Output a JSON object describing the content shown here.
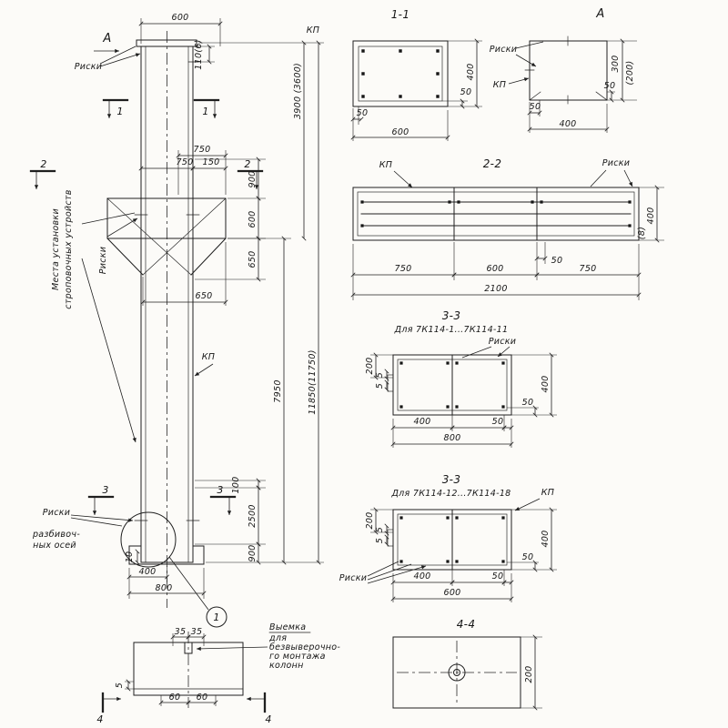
{
  "style": {
    "paper": "#fcfbf8",
    "ink": "#1f1f1f"
  },
  "main_view": {
    "view_mark_a": "А",
    "dim_top_width": "600",
    "riski_top": "Риски",
    "kp_top": "КП",
    "dim_tenon": "110(6)",
    "dim_upper_height": "3900 (3600)",
    "cut1_left": "1",
    "cut1_right": "1",
    "cut2_left": "2",
    "cut2_right": "2",
    "cut3_left": "3",
    "cut3_right": "3",
    "dim_console_750a": "750",
    "dim_console_750b": "750",
    "dim_console_150": "150",
    "dim_console_900": "900",
    "dim_console_600": "600",
    "dim_console_650v": "650",
    "dim_console_650h": "650",
    "note_lifting_1": "Места установки",
    "note_lifting_2": "строповочных устройств",
    "riski_left": "Риски",
    "kp_mid": "КП",
    "dim_lower_height": "7950",
    "dim_total_height": "11850(11750)",
    "dim_100": "100",
    "dim_2500": "2500",
    "dim_900_base": "900",
    "riski_axes_1": "Риски",
    "riski_axes_2": "разбивоч-",
    "riski_axes_3": "ных осей",
    "dim_10": "10",
    "dim_base_400": "400",
    "dim_base_800": "800",
    "detail_balloon": "1"
  },
  "recess_detail": {
    "cut4_left": "4",
    "cut4_right": "4",
    "dim_35a": "35",
    "dim_35b": "35",
    "dim_5": "5",
    "dim_60a": "60",
    "dim_60b": "60",
    "note_1": "Выемка",
    "note_2": "для",
    "note_3": "безвыверочно-",
    "note_4": "го монтажа",
    "note_5": "колонн"
  },
  "section_1_1": {
    "title": "1-1",
    "dim_h": "400",
    "dim_50r": "50",
    "dim_50b": "50",
    "dim_w": "600"
  },
  "section_a": {
    "title": "А",
    "riski": "Риски",
    "kp": "КП",
    "dim_300": "300",
    "dim_200": "(200)",
    "dim_50r": "50",
    "dim_50b": "50",
    "dim_400": "400"
  },
  "section_2_2": {
    "title": "2-2",
    "kp": "КП",
    "riski": "Риски",
    "dim_h": "400",
    "dim_8": "(8)",
    "dim_50": "50",
    "dim_750a": "750",
    "dim_600": "600",
    "dim_750b": "750",
    "dim_total": "2100"
  },
  "section_3_3_a": {
    "title": "3-3",
    "subtitle": "Для 7К114-1...7К114-11",
    "riski": "Риски",
    "dim_200": "200",
    "dim_5a": "5",
    "dim_5b": "5",
    "dim_h": "400",
    "dim_50r": "50",
    "dim_400": "400",
    "dim_50b": "50",
    "dim_total": "800"
  },
  "section_3_3_b": {
    "title": "3-3",
    "subtitle": "Для 7К114-12...7К114-18",
    "kp": "КП",
    "riski": "Риски",
    "dim_200": "200",
    "dim_5a": "5",
    "dim_5b": "5",
    "dim_h": "400",
    "dim_50r": "50",
    "dim_400": "400",
    "dim_50b": "50",
    "dim_total": "600"
  },
  "section_4_4": {
    "title": "4-4",
    "dim_200": "200"
  }
}
